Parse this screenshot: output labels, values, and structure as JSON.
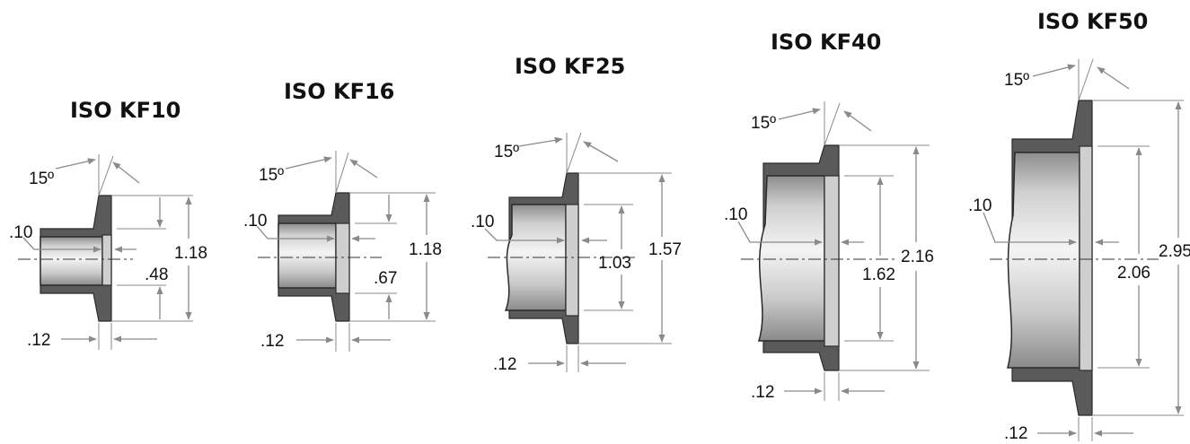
{
  "flanges": [
    {
      "title": "ISO KF10",
      "angle_label": "15º",
      "wall_label": ".10",
      "seal_label": ".12",
      "bore_label": ".48",
      "od_label": "1.18"
    },
    {
      "title": "ISO KF16",
      "angle_label": "15º",
      "wall_label": ".10",
      "seal_label": ".12",
      "bore_label": ".67",
      "od_label": "1.18"
    },
    {
      "title": "ISO KF25",
      "angle_label": "15º",
      "wall_label": ".10",
      "seal_label": ".12",
      "bore_label": "1.03",
      "od_label": "1.57"
    },
    {
      "title": "ISO KF40",
      "angle_label": "15º",
      "wall_label": ".10",
      "seal_label": ".12",
      "bore_label": "1.62",
      "od_label": "2.16"
    },
    {
      "title": "ISO KF50",
      "angle_label": "15º",
      "wall_label": ".10",
      "seal_label": ".12",
      "bore_label": "2.06",
      "od_label": "2.95"
    }
  ]
}
